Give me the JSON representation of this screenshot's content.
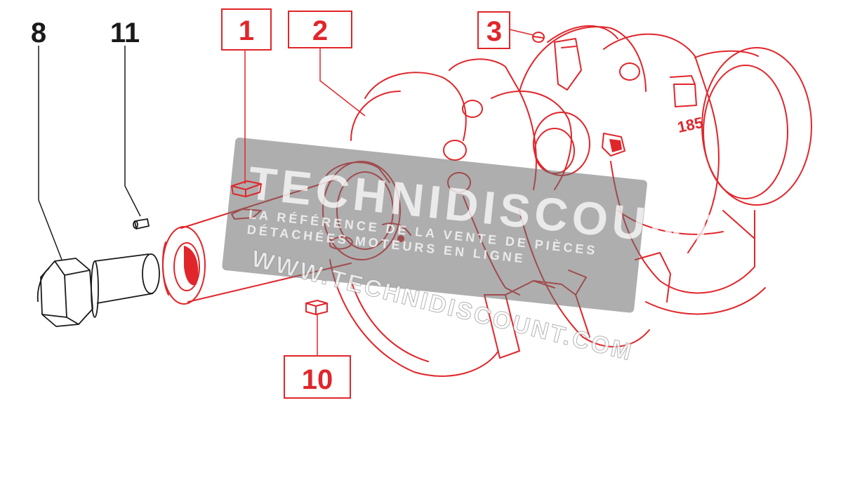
{
  "callouts": [
    {
      "id": "8",
      "label": "8",
      "style": "plain",
      "color": "#1a1a1a"
    },
    {
      "id": "11",
      "label": "11",
      "style": "plain",
      "color": "#1a1a1a"
    },
    {
      "id": "1",
      "label": "1",
      "style": "boxed",
      "color": "#e0262b"
    },
    {
      "id": "2",
      "label": "2",
      "style": "boxed",
      "color": "#e0262b"
    },
    {
      "id": "3",
      "label": "3",
      "style": "boxed",
      "color": "#e0262b"
    },
    {
      "id": "10",
      "label": "10",
      "style": "boxed",
      "color": "#e0262b"
    }
  ],
  "part_marking": "185",
  "watermark": {
    "brand": "TECHNIDISCOUNT",
    "tagline_1": "LA RÉFÉRENCE DE LA VENTE DE PIÈCES",
    "tagline_2": "DÉTACHÉES MOTEURS EN LIGNE",
    "url": "WWW.TECHNIDISCOUNT.COM"
  },
  "colors": {
    "highlight": "#e0262b",
    "line": "#1a1a1a",
    "watermark": "#6b6b6b"
  }
}
